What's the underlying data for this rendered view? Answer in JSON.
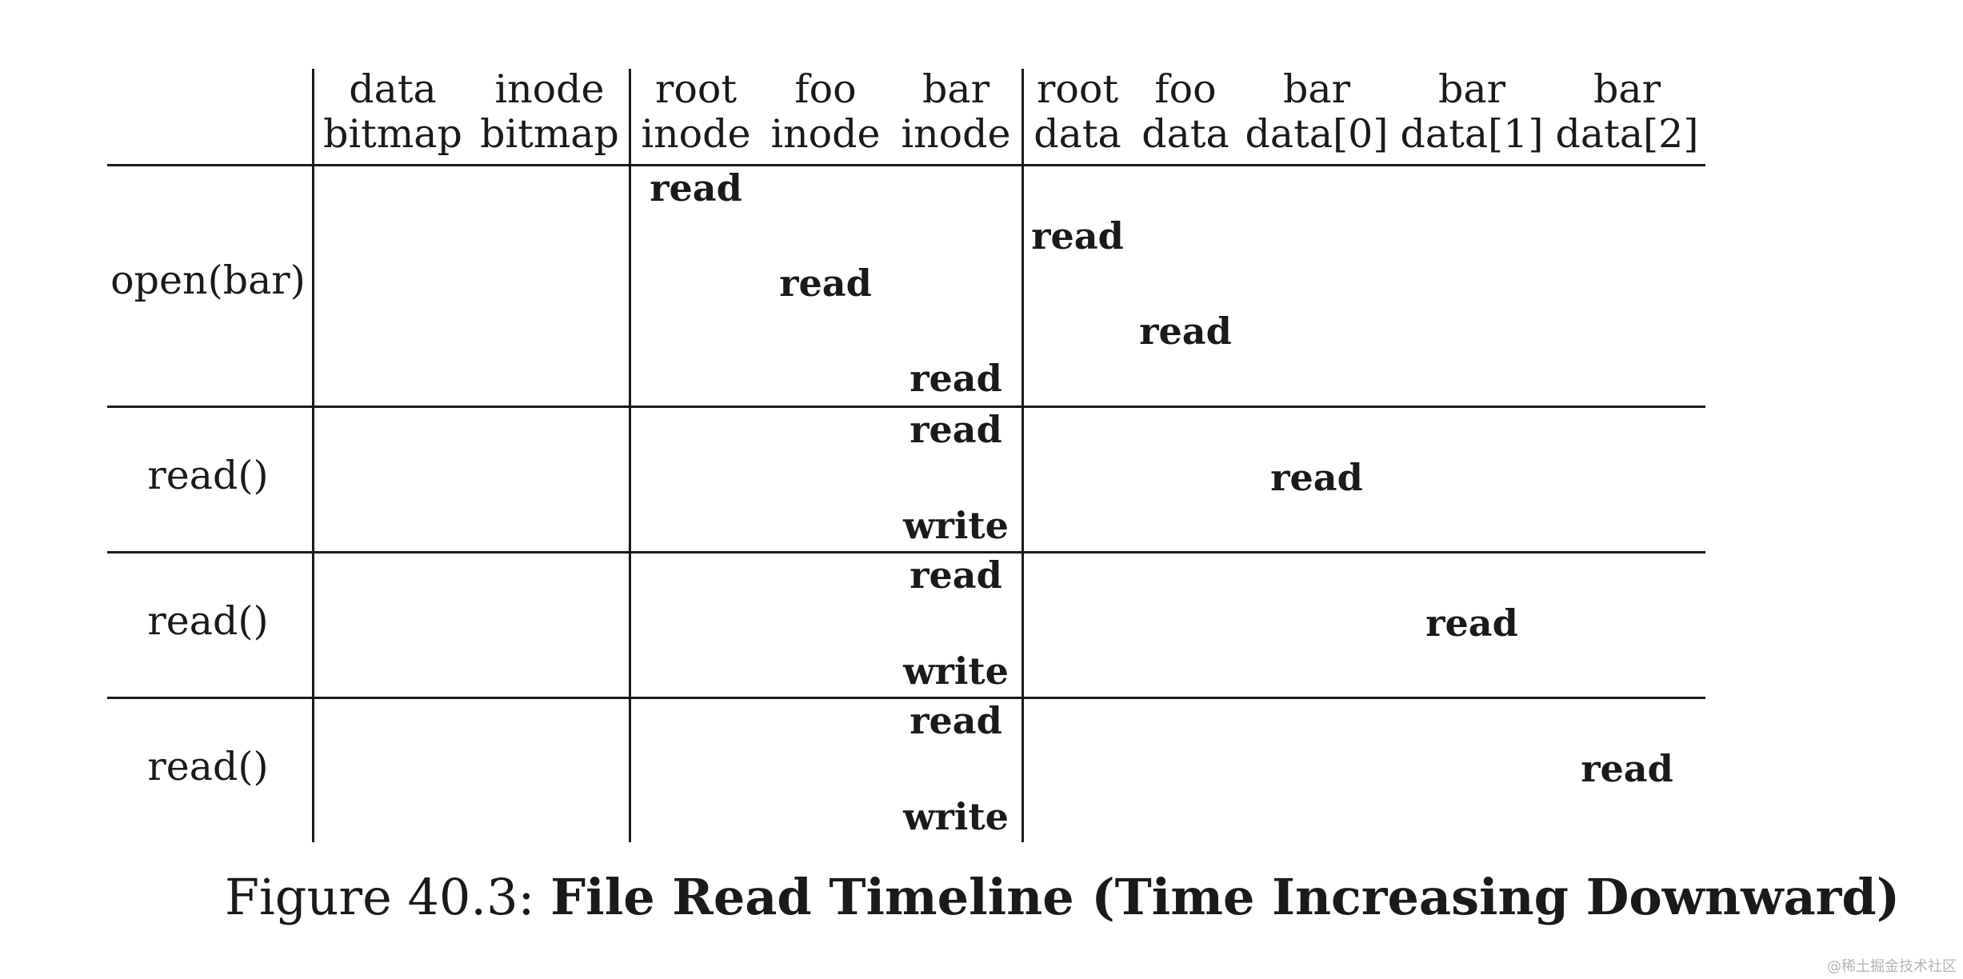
{
  "columns": [
    {
      "line1": "data",
      "line2": "bitmap"
    },
    {
      "line1": "inode",
      "line2": "bitmap"
    },
    {
      "line1": "root",
      "line2": "inode"
    },
    {
      "line1": "foo",
      "line2": "inode"
    },
    {
      "line1": "bar",
      "line2": "inode"
    },
    {
      "line1": "root",
      "line2": "data"
    },
    {
      "line1": "foo",
      "line2": "data"
    },
    {
      "line1": "bar",
      "line2": "data[0]"
    },
    {
      "line1": "bar",
      "line2": "data[1]"
    },
    {
      "line1": "bar",
      "line2": "data[2]"
    }
  ],
  "groups": [
    {
      "label": "open(bar)",
      "ops": [
        {
          "text": "read",
          "column": "root inode"
        },
        {
          "text": "read",
          "column": "root data"
        },
        {
          "text": "read",
          "column": "foo inode"
        },
        {
          "text": "read",
          "column": "foo data"
        },
        {
          "text": "read",
          "column": "bar inode"
        }
      ]
    },
    {
      "label": "read()",
      "ops": [
        {
          "text": "read",
          "column": "bar inode"
        },
        {
          "text": "read",
          "column": "bar data[0]"
        },
        {
          "text": "write",
          "column": "bar inode"
        }
      ]
    },
    {
      "label": "read()",
      "ops": [
        {
          "text": "read",
          "column": "bar inode"
        },
        {
          "text": "read",
          "column": "bar data[1]"
        },
        {
          "text": "write",
          "column": "bar inode"
        }
      ]
    },
    {
      "label": "read()",
      "ops": [
        {
          "text": "read",
          "column": "bar inode"
        },
        {
          "text": "read",
          "column": "bar data[2]"
        },
        {
          "text": "write",
          "column": "bar inode"
        }
      ]
    }
  ],
  "caption": {
    "prefix": "Figure 40.3:",
    "title": "File Read Timeline (Time Increasing Downward)"
  },
  "watermark": "@稀土掘金技术社区"
}
